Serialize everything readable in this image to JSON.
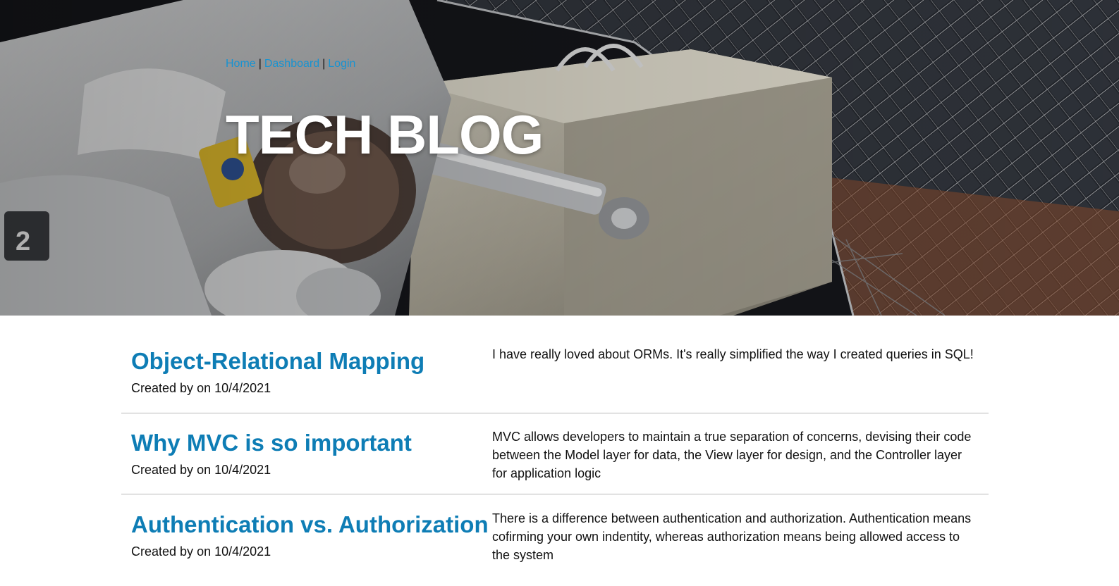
{
  "nav": {
    "home": "Home",
    "separator": "|",
    "dashboard": "Dashboard",
    "login": "Login"
  },
  "hero": {
    "title": "TECH BLOG"
  },
  "posts": [
    {
      "title": "Object-Relational Mapping",
      "created_prefix": "Created by",
      "created_on": "on 10/4/2021",
      "body": "I have really loved about ORMs. It's really simplified the way I created queries in SQL!"
    },
    {
      "title": "Why MVC is so important",
      "created_prefix": "Created by",
      "created_on": "on 10/4/2021",
      "body": "MVC allows developers to maintain a true separation of concerns, devising their code between the Model layer for data, the View layer for design, and the Controller layer for application logic"
    },
    {
      "title": "Authentication vs. Authorization",
      "created_prefix": "Created by",
      "created_on": "on 10/4/2021",
      "body": "There is a difference between authentication and authorization. Authentication means cofirming your own indentity, whereas authorization means being allowed access to the system"
    }
  ],
  "colors": {
    "link": "#1893d1",
    "post_title": "#0e7db5",
    "divider": "#b9b9b9",
    "hero_title": "#ffffff"
  }
}
